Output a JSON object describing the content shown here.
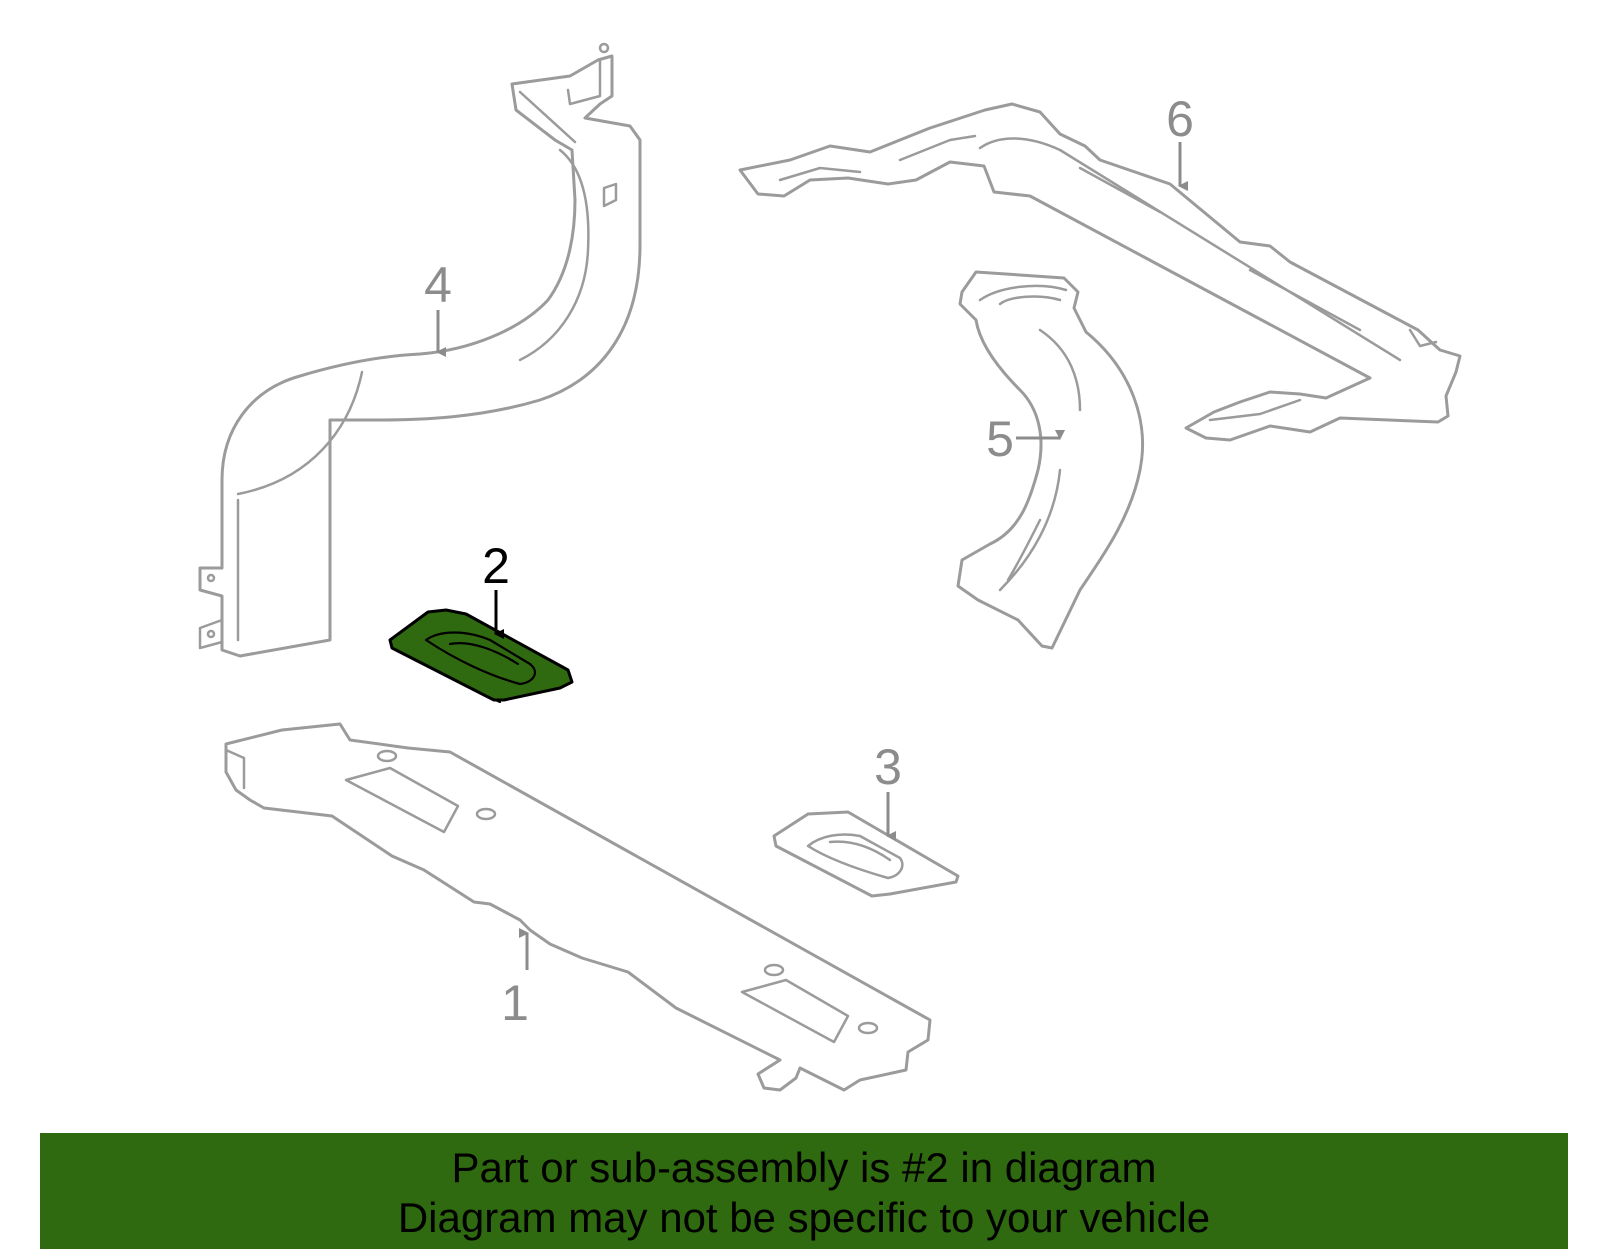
{
  "diagram": {
    "callouts": [
      "1",
      "2",
      "3",
      "4",
      "5",
      "6"
    ],
    "highlighted_part": "2",
    "highlight_color": "#2f6a10",
    "line_color": "#9b9b9b"
  },
  "banner": {
    "line1": "Part or sub-assembly is #2 in diagram",
    "line2": "Diagram may not be specific to your vehicle",
    "background": "#2f6a10"
  }
}
